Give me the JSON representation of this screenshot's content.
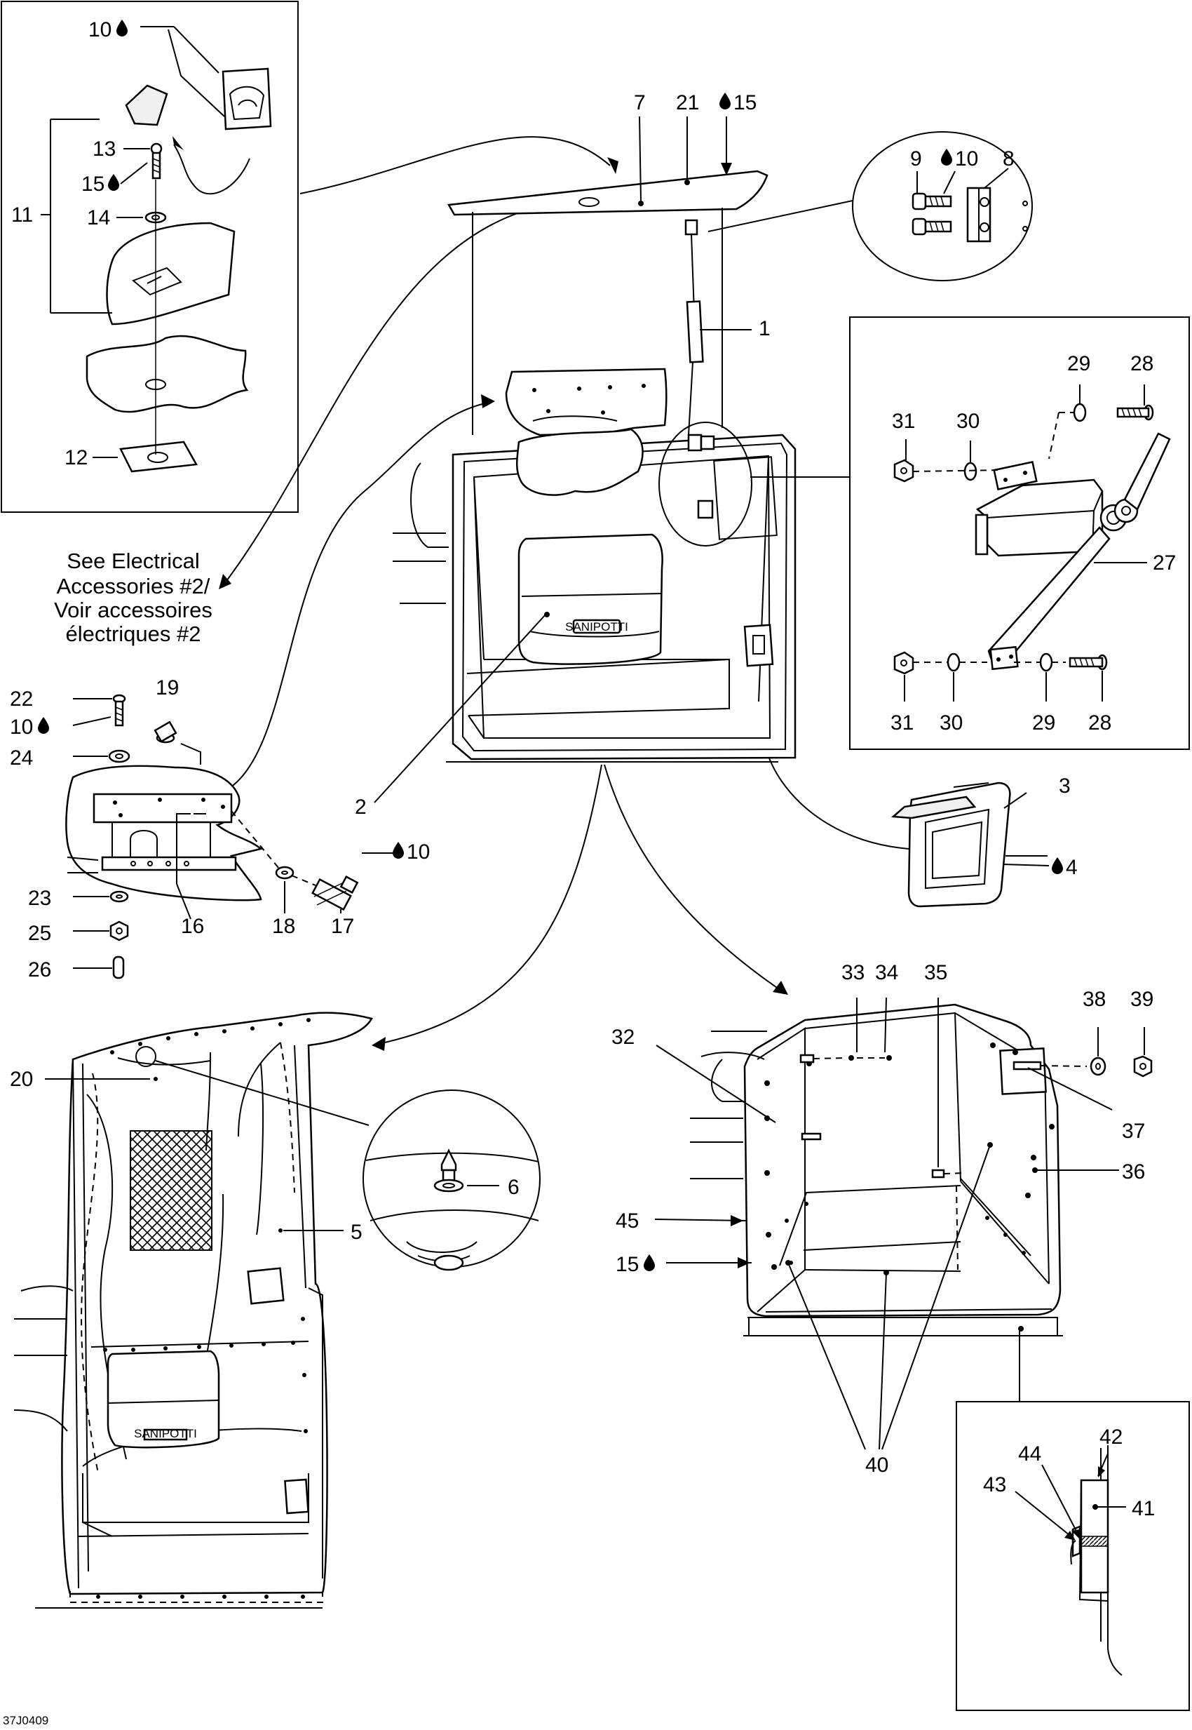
{
  "drawing_code": "37J0409",
  "note": {
    "line1": "See Electrical",
    "line2": "Accessories #2/",
    "line3": "Voir accessoires",
    "line4": "électriques #2"
  },
  "callouts": {
    "c1": "1",
    "c2": "2",
    "c3": "3",
    "c4": "4",
    "c5": "5",
    "c6": "6",
    "c7": "7",
    "c8": "8",
    "c9": "9",
    "c10a": "10",
    "c10b": "10",
    "c10c": "10",
    "c10d": "10",
    "c11": "11",
    "c12": "12",
    "c13": "13",
    "c14": "14",
    "c15a": "15",
    "c15b": "15",
    "c15c": "15",
    "c16": "16",
    "c17": "17",
    "c18": "18",
    "c19": "19",
    "c20": "20",
    "c21": "21",
    "c22": "22",
    "c23": "23",
    "c24": "24",
    "c25": "25",
    "c26": "26",
    "c27": "27",
    "c28a": "28",
    "c28b": "28",
    "c29a": "29",
    "c29b": "29",
    "c30a": "30",
    "c30b": "30",
    "c31a": "31",
    "c31b": "31",
    "c32": "32",
    "c33": "33",
    "c34": "34",
    "c35": "35",
    "c36": "36",
    "c37": "37",
    "c38": "38",
    "c39": "39",
    "c40": "40",
    "c41": "41",
    "c42": "42",
    "c43": "43",
    "c44": "44",
    "c45": "45"
  },
  "toilet_brand": "SANIPOTTI",
  "icons": {
    "sealant": "drop-icon"
  }
}
